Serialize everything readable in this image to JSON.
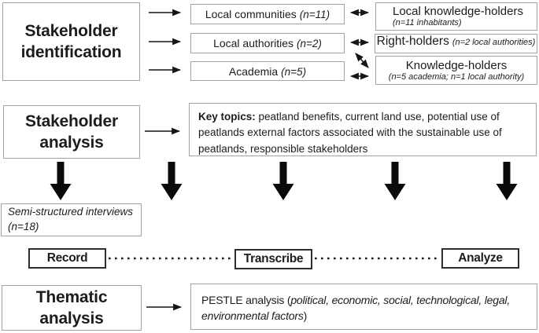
{
  "palette": {
    "text": "#1c1c1c",
    "box_border_light": "#a3a3a3",
    "box_border_dark": "#2e2e2e",
    "arrow": "#0a0a0a"
  },
  "identification": {
    "title": "Stakeholder identification",
    "groups": [
      {
        "name": "Local communities",
        "count": "(n=11)"
      },
      {
        "name": "Local authorities",
        "count": "(n=2)"
      },
      {
        "name": "Academia",
        "count": "(n=5)"
      }
    ],
    "holders": [
      {
        "name": "Local knowledge-holders",
        "count": "(n=11 inhabitants)"
      },
      {
        "name": "Right-holders",
        "count": "(n=2 local authorities)"
      },
      {
        "name": "Knowledge-holders",
        "count": "(n=5 academia; n=1 local authority)"
      }
    ]
  },
  "analysis": {
    "title": "Stakeholder analysis",
    "key_topics_label": "Key topics:",
    "key_topics_text": " peatland benefits, current land use, potential use of peatlands external factors associated with the sustainable use of peatlands, responsible stakeholders"
  },
  "interviews": {
    "line1": "Semi-structured interviews",
    "line2": "(n=18)"
  },
  "process_steps": [
    {
      "label": "Record"
    },
    {
      "label": "Transcribe"
    },
    {
      "label": "Analyze"
    }
  ],
  "thematic": {
    "title": "Thematic analysis",
    "pestle_lead": "PESTLE analysis (",
    "pestle_italic": "political, economic, social, technological, legal, environmental factors",
    "pestle_close": ")"
  }
}
